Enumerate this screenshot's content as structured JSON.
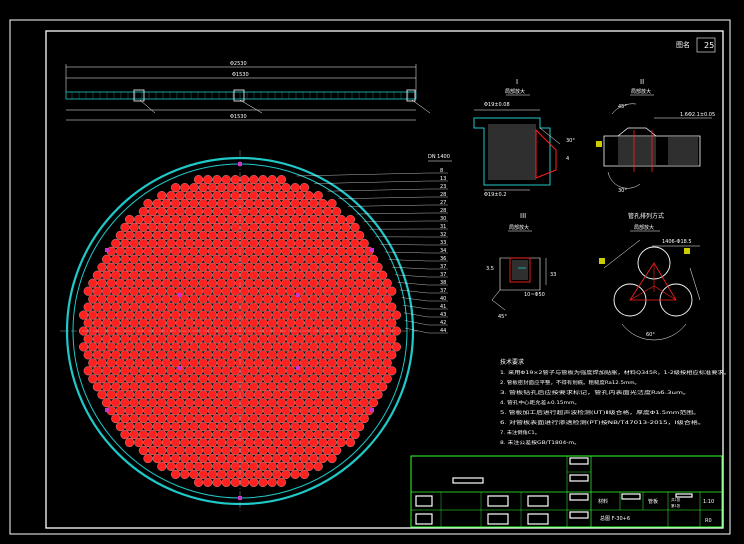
{
  "sheet": {
    "corner_label": "图名",
    "corner_number": "25",
    "background": "#000000",
    "frame_color": "#ffffff",
    "title_block_color": "#33ff33",
    "tube_color": "#ff2020",
    "shell_color": "#20c8c8"
  },
  "top_view": {
    "dim_overall": "Φ2530",
    "dim_inner": "Φ1530",
    "dim_bottom": "Φ1530"
  },
  "plan_view": {
    "radius_label": "DN 1400",
    "row_counts": [
      "8",
      "13",
      "23",
      "28",
      "27",
      "28",
      "30",
      "31",
      "32",
      "33",
      "34",
      "36",
      "37",
      "37",
      "38",
      "37",
      "40",
      "41",
      "43",
      "42",
      "44"
    ]
  },
  "detail_I": {
    "roman": "I",
    "title": "局部放大",
    "dim_top": "Φ19±0.08",
    "dim_bottom": "Φ19±0.2",
    "angle_a": "30°",
    "angle_b": "4"
  },
  "detail_II": {
    "roman": "II",
    "title": "局部放大",
    "note": "1.6Φ2.1±0.05",
    "angle_a": "45°",
    "angle_b": "30°"
  },
  "detail_III": {
    "roman": "III",
    "title": "局部放大",
    "dim_left": "3.5",
    "dim_right": "33",
    "dim_bottom": "10~Φ50",
    "angle": "45°"
  },
  "tube_layout": {
    "title": "管孔排列方式",
    "subtitle": "局部放大",
    "dim": "1406-Φ18.5",
    "angle": "60°"
  },
  "notes": {
    "heading": "技术要求",
    "items": [
      "1. 采用Φ19×2管子与管板为强度焊加贴胀，材料Q345R，1-2级按相应标准要求。",
      "2. 管板密封面应平整，不得有划痕。粗糙度Ra12.5mm。",
      "3. 管板钻孔后应按要求标记，管孔内表面光洁度Ra6.3um。",
      "4. 管孔中心距允差±0.15mm。",
      "5. 管板加工后进行超声波检测(UT)Ⅱ级合格，厚度Φ1.5mm范围。",
      "6. 对管板表面进行渗透检测(PT)按NB/T47013-2015，Ⅰ级合格。",
      "7. 未注倒角C1。",
      "8. 未注公差按GB/T1804-m。"
    ]
  },
  "title_block": {
    "material_label": "材料",
    "part_name": "管板",
    "scale": "1:10",
    "drawing_no": "总图 F-30+6",
    "revision": "R0",
    "qty_label": "共1张",
    "sheet_label": "第1张"
  }
}
